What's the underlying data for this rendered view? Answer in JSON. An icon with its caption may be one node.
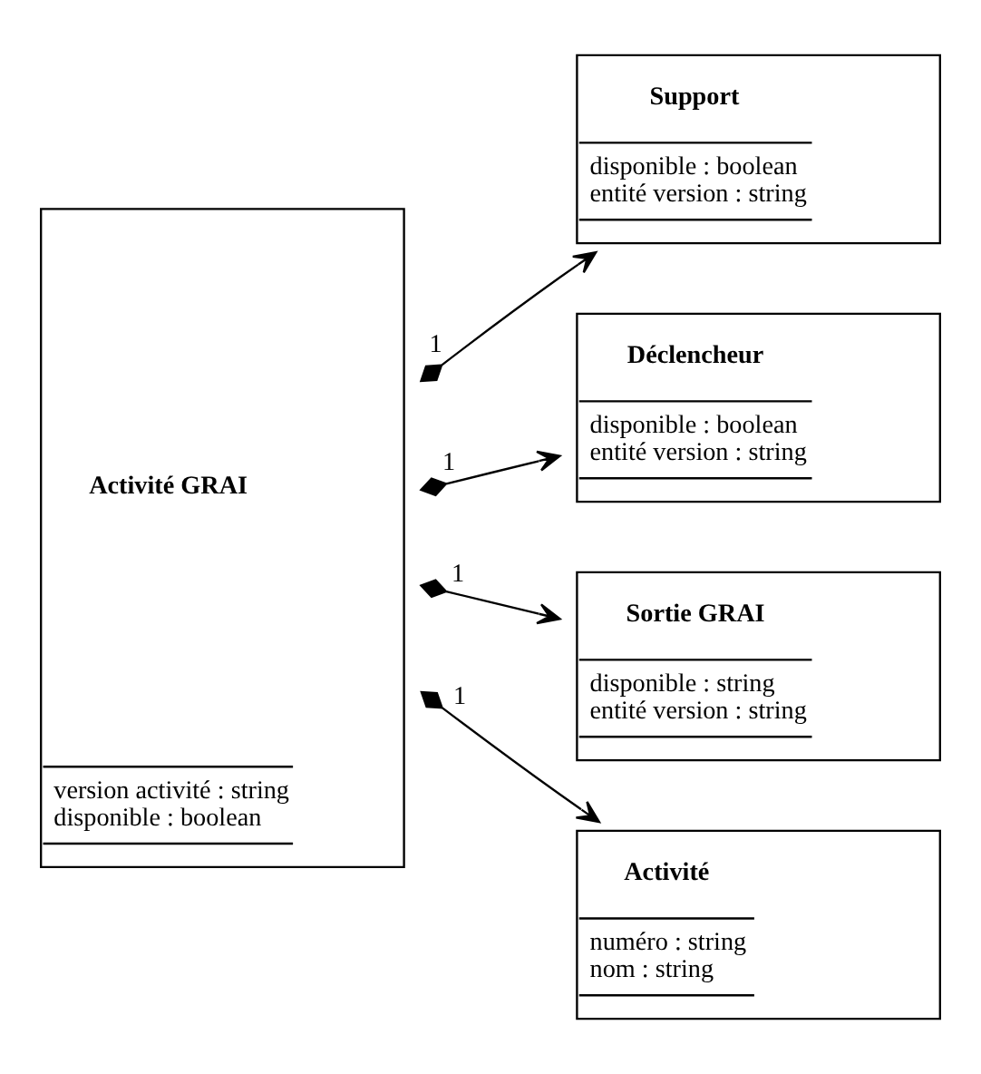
{
  "diagram": {
    "nodes": [
      {
        "text": [
          "Activité GRAI",
          "version activité : string",
          "disponible : boolean"
        ]
      },
      {
        "text": [
          "Support",
          "disponible : boolean",
          "entité version : string"
        ]
      },
      {
        "text": [
          "Déclencheur",
          "disponible : boolean",
          "entité version : string"
        ]
      },
      {
        "text": [
          "Sortie GRAI",
          "disponible : string",
          "entité version : string"
        ]
      },
      {
        "text": [
          "Activité",
          "numéro : string",
          "nom : string"
        ]
      }
    ],
    "edges": [
      {
        "from": 0,
        "to": 1,
        "arrow": "to",
        "label": "1"
      },
      {
        "from": 0,
        "to": 2,
        "arrow": "to",
        "label": "1"
      },
      {
        "from": 0,
        "to": 3,
        "arrow": "to",
        "label": "1"
      },
      {
        "from": 0,
        "to": 4,
        "arrow": "to",
        "label": "1"
      }
    ]
  }
}
